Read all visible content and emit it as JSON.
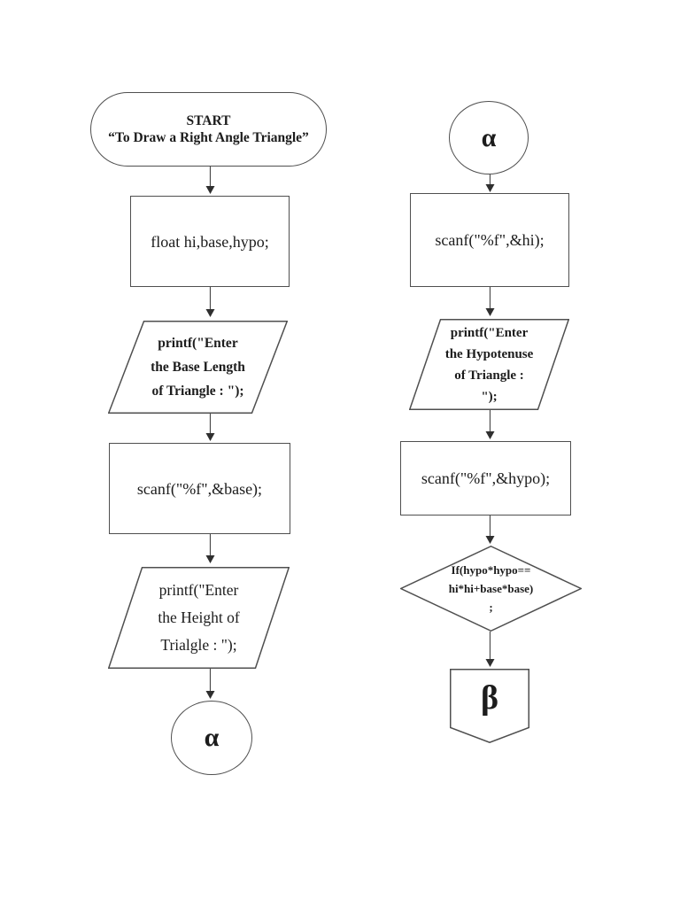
{
  "palette": {
    "background": "#ffffff",
    "shape_stroke": "#4f4f4f",
    "arrow_color": "#2f2f2f",
    "text_color": "#1c1c1c"
  },
  "flowchart": {
    "left": {
      "start": {
        "line1": "START",
        "line2": "“To Draw a Right Angle Triangle”"
      },
      "declare": {
        "text": "float hi,base,hypo;"
      },
      "printf_base": {
        "line1": "printf(\"Enter",
        "line2": "the Base Length",
        "line3": "of Triangle : \");"
      },
      "scanf_base": {
        "text": "scanf(\"%f\",&base);"
      },
      "printf_height": {
        "line1": "printf(\"Enter",
        "line2": "the Height of",
        "line3": "Trialgle : \");"
      },
      "connector_alpha": {
        "label": "α"
      }
    },
    "right": {
      "connector_alpha": {
        "label": "α"
      },
      "scanf_hi": {
        "text": "scanf(\"%f\",&hi);"
      },
      "printf_hypotenuse": {
        "line1": "printf(\"Enter",
        "line2": "the Hypotenuse",
        "line3": "of Triangle :",
        "line4": "\");"
      },
      "scanf_hypo": {
        "text": "scanf(\"%f\",&hypo);"
      },
      "decision": {
        "line1": "If(hypo*hypo==",
        "line2": "hi*hi+base*base)",
        "line3": ";"
      },
      "connector_beta": {
        "label": "β"
      }
    }
  }
}
